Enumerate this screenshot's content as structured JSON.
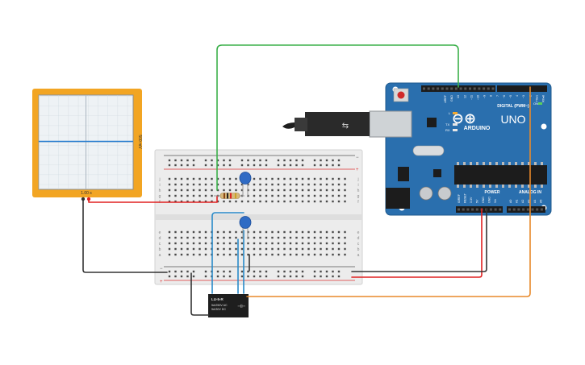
{
  "oscilloscope": {
    "time_label": "1.00 s",
    "volt_label": "500 mV",
    "frame_color": "#f2a523"
  },
  "arduino": {
    "brand": "ARDUINO",
    "model": "UNO",
    "digital_label": "DIGITAL (PWM~)",
    "analog_label": "ANALOG IN",
    "power_label": "POWER",
    "led_labels": [
      "L",
      "TX",
      "RX"
    ],
    "on_label": "ON",
    "top_pins": [
      "AREF",
      "GND",
      "13",
      "12",
      "~11",
      "~10",
      "~9",
      "8",
      "7",
      "~6",
      "~5",
      "4",
      "~3",
      "2",
      "TX▸1",
      "RX◂0"
    ],
    "power_pins": [
      "IOREF",
      "RESET",
      "3.3V",
      "5V",
      "GND",
      "GND",
      "Vin"
    ],
    "analog_pins": [
      "A0",
      "A1",
      "A2",
      "A3",
      "A4",
      "A5"
    ],
    "board_color": "#2a6fae"
  },
  "relay": {
    "name": "LU-5-R",
    "line1": "5A/250V AC",
    "line2": "5A/30V DC"
  },
  "breadboard": {
    "row_letters_top": [
      "j",
      "i",
      "h",
      "g",
      "f"
    ],
    "row_letters_bottom": [
      "e",
      "d",
      "c",
      "b",
      "a"
    ],
    "plus": "+",
    "minus": "−"
  },
  "wire_colors": {
    "green": "#3bb04a",
    "red": "#e02020",
    "black": "#333333",
    "orange": "#e8892a",
    "blue": "#2a8ac9"
  }
}
